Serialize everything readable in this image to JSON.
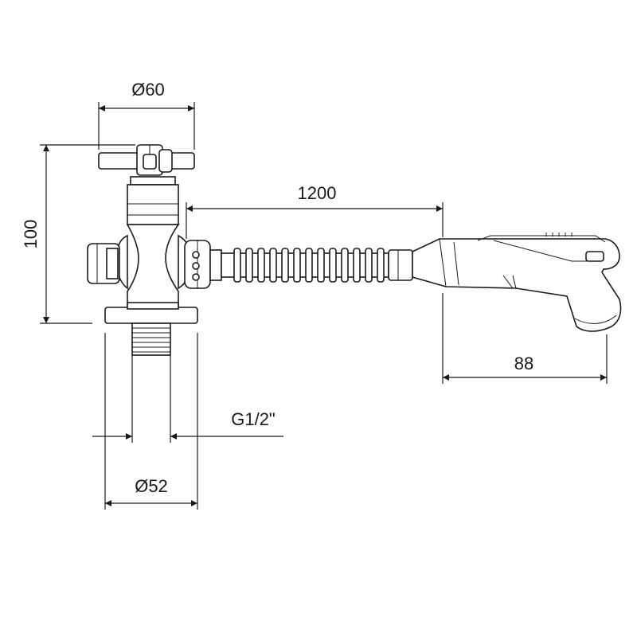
{
  "dimensions": {
    "handle_diameter": "Ø60",
    "height": "100",
    "hose_length": "1200",
    "handshower_length": "88",
    "thread": "G1/2\"",
    "base_diameter": "Ø52"
  }
}
